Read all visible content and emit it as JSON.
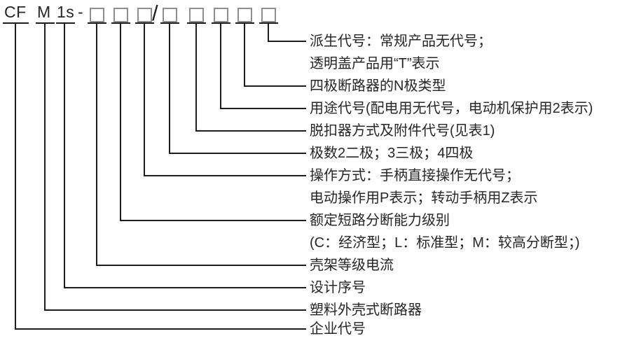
{
  "colors": {
    "background": "#ffffff",
    "line": "#1c1c1c",
    "text": "#262626",
    "boxBorder": "#8f8f8f"
  },
  "model_code": {
    "company": "CF",
    "series": "M",
    "design": "1s",
    "dash": "-",
    "slash": "/",
    "placeholder_box_count": 8
  },
  "annotations": [
    {
      "text": "派生代号：常规产品无代号；"
    },
    {
      "text": "透明盖产品用“T”表示"
    },
    {
      "text": "四极断路器的N极类型"
    },
    {
      "text": "用途代号(配电用无代号，电动机保护用2表示)"
    },
    {
      "text": "脱扣器方式及附件代号(见表1)"
    },
    {
      "text": "极数2二极；3三极；4四极"
    },
    {
      "text": "操作方式：手柄直接操作无代号；"
    },
    {
      "text": "电动操作用P表示；转动手柄用Z表示"
    },
    {
      "text": "额定短路分断能力级别"
    },
    {
      "text": "(C：经济型；L：标准型；M：较高分断型；)"
    },
    {
      "text": "壳架等级电流"
    },
    {
      "text": "设计序号"
    },
    {
      "text": "塑料外壳式断路器"
    },
    {
      "text": "企业代号"
    }
  ]
}
